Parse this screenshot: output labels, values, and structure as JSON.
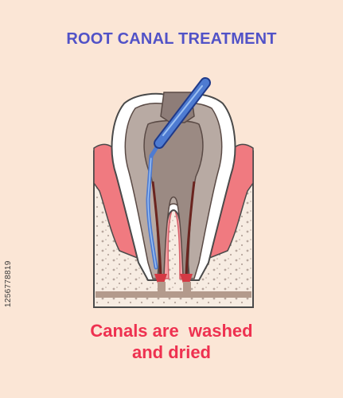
{
  "title": "ROOT CANAL TREATMENT",
  "caption": {
    "line1": "Canals are  washed",
    "line2": "and dried"
  },
  "side_text": "1256778819",
  "colors": {
    "background": "#fbe6d6",
    "title": "#5152c7",
    "caption": "#ee3150",
    "gum": "#f07a80",
    "bone": "#f7ece2",
    "enamel": "#ffffff",
    "dentin": "#b8aaa3",
    "pulp": "#9b8a83",
    "instrument": "#4e7bd1"
  }
}
